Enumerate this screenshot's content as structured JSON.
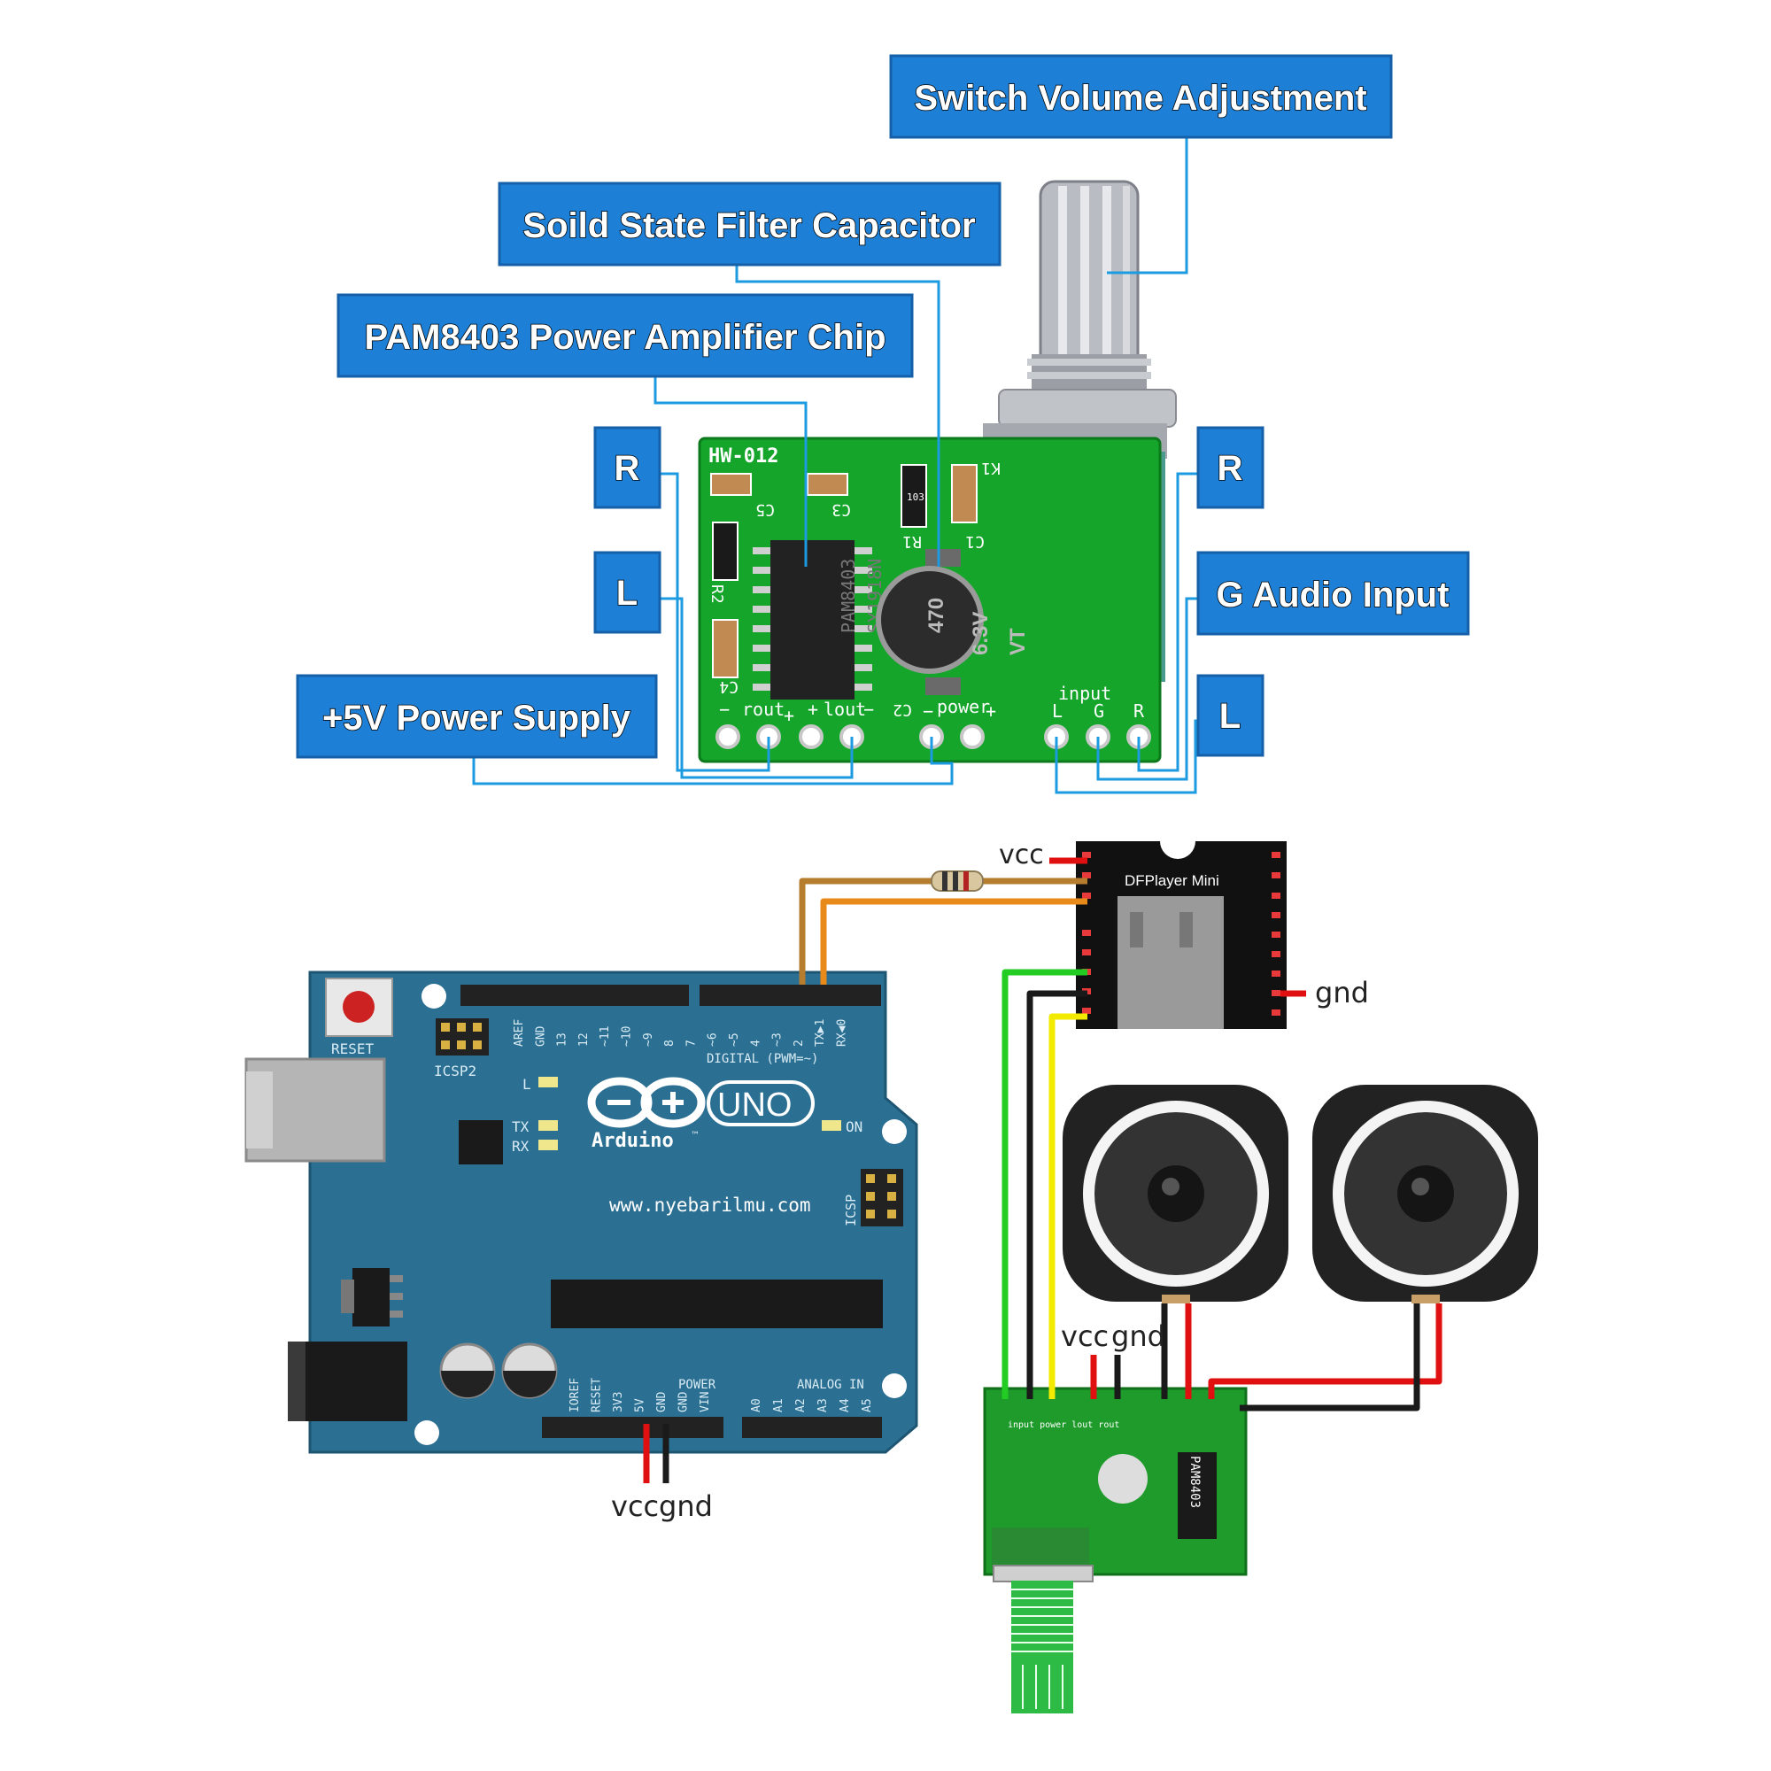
{
  "colors": {
    "callout_blue": "#1d7fd6",
    "pcb_green": "#14a52a",
    "arduino_teal": "#2b6f92",
    "wire_red": "#e01010",
    "wire_black": "#1a1a1a",
    "wire_green": "#22cc22",
    "wire_yellow": "#f2ea00",
    "wire_orange": "#e88a1a",
    "wire_brown": "#b67d2e"
  },
  "callouts": {
    "volume": "Switch Volume Adjustment",
    "capacitor": "Soild State Filter Capacitor",
    "chip": "PAM8403 Power Amplifier Chip",
    "power": "+5V Power Supply",
    "audio_input": "G Audio Input",
    "left_r": "R",
    "left_l": "L",
    "right_r": "R",
    "right_l": "L"
  },
  "module_photo": {
    "board_id": "HW-012",
    "chip_line1": "PAM8403",
    "chip_line2": "SY1918N",
    "cap_line1": "470",
    "cap_line2": "6.3V",
    "cap_line3": "VT",
    "labels": {
      "c5": "C5",
      "c3": "C3",
      "r1": "R1",
      "c1": "C1",
      "r2": "R2",
      "c4": "C4",
      "c2": "C2",
      "k1": "K1",
      "res_code": "103",
      "rout": "rout",
      "lout": "lout",
      "power": "power",
      "input": "input",
      "in_l": "L",
      "in_g": "G",
      "in_r": "R",
      "minus": "−",
      "plus": "+"
    }
  },
  "wiring": {
    "vcc_top": "vcc",
    "gnd_right": "gnd",
    "vcc_mid": "vcc",
    "gnd_mid": "gnd",
    "vcc_bottom": "vcc",
    "gnd_bottom": "gnd",
    "dfplayer_title": "DFPlayer Mini",
    "small_board_chip": "PAM8403",
    "small_board_pins": "input   power   lout   rout"
  },
  "arduino": {
    "reset": "RESET",
    "icsp2": "ICSP2",
    "icsp": "ICSP",
    "logo_uno": "UNO",
    "logo_name": "Arduino",
    "tm": "™",
    "url": "www.nyebarilmu.com",
    "led_l": "L",
    "led_tx": "TX",
    "led_rx": "RX",
    "on": "ON",
    "digital": "DIGITAL (PWM=~)",
    "power": "POWER",
    "analog": "ANALOG IN",
    "top_pins": [
      "AREF",
      "GND",
      "13",
      "12",
      "~11",
      "~10",
      "~9",
      "8",
      "7",
      "~6",
      "~5",
      "4",
      "~3",
      "2",
      "TX▶1",
      "RX◀0"
    ],
    "bottom_power_pins": [
      "IOREF",
      "RESET",
      "3V3",
      "5V",
      "GND",
      "GND",
      "VIN"
    ],
    "analog_pins": [
      "A0",
      "A1",
      "A2",
      "A3",
      "A4",
      "A5"
    ]
  }
}
